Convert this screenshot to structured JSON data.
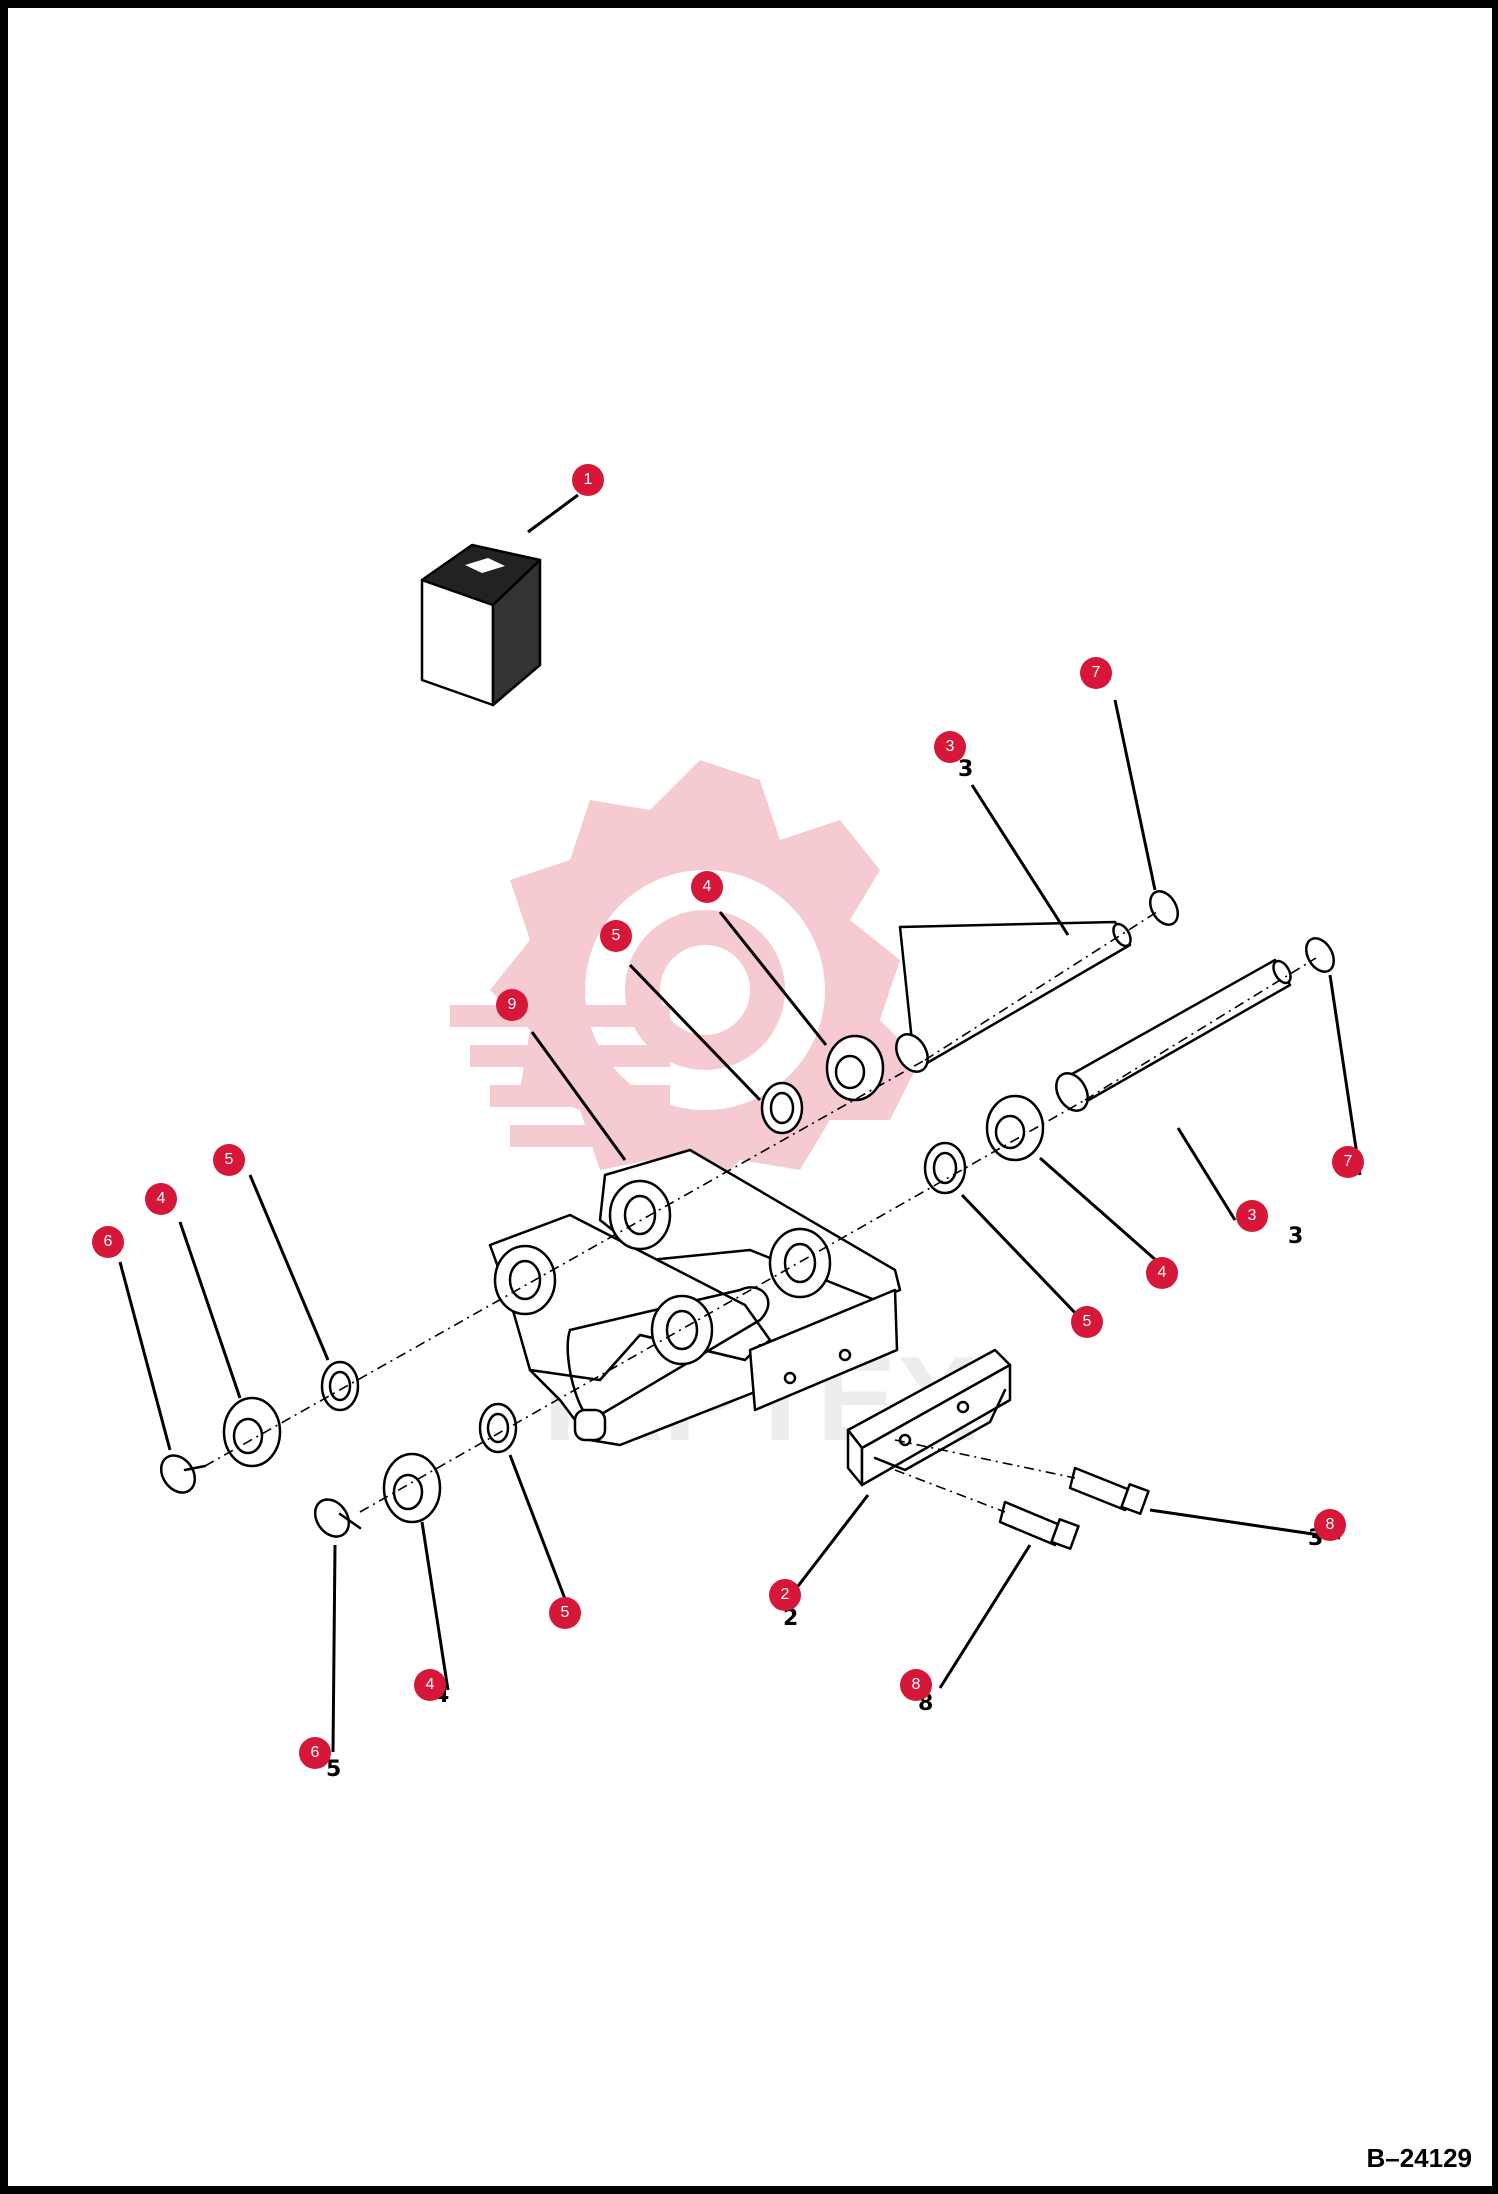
{
  "drawing_number": "B–24129",
  "watermark_text": "IAPTEX",
  "colors": {
    "callout": "#d6173a",
    "callout_text": "#ffffff",
    "line": "#000000",
    "watermark": "#f2b9c2"
  },
  "callouts": [
    {
      "id": "c1",
      "label": "1"
    },
    {
      "id": "c7a",
      "label": "7"
    },
    {
      "id": "c3a",
      "label": "3"
    },
    {
      "id": "c4a",
      "label": "4"
    },
    {
      "id": "c5a",
      "label": "5"
    },
    {
      "id": "c9",
      "label": "9"
    },
    {
      "id": "c5b",
      "label": "5"
    },
    {
      "id": "c4b",
      "label": "4"
    },
    {
      "id": "c6a",
      "label": "6"
    },
    {
      "id": "c7b",
      "label": "7"
    },
    {
      "id": "c3b",
      "label": "3"
    },
    {
      "id": "c4c",
      "label": "4"
    },
    {
      "id": "c5c",
      "label": "5"
    },
    {
      "id": "c8a",
      "label": "8"
    },
    {
      "id": "c2",
      "label": "2"
    },
    {
      "id": "c5d",
      "label": "5"
    },
    {
      "id": "c4d",
      "label": "4"
    },
    {
      "id": "c8b",
      "label": "8"
    },
    {
      "id": "c6b",
      "label": "6"
    }
  ]
}
